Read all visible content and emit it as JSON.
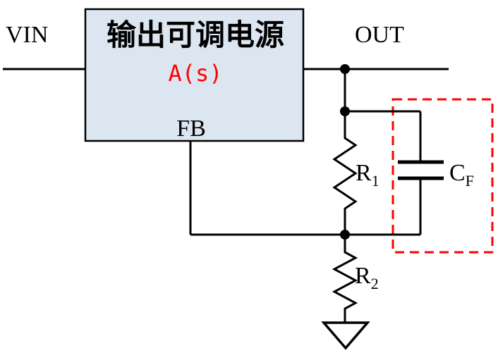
{
  "labels": {
    "vin": "VIN",
    "out": "OUT",
    "fb": "FB",
    "block_title": "输出可调电源",
    "transfer_function": "A(s)",
    "r1": {
      "main": "R",
      "sub": "1"
    },
    "r2": {
      "main": "R",
      "sub": "2"
    },
    "cf": {
      "main": "C",
      "sub": "F"
    }
  },
  "colors": {
    "block_fill": "#dce6f1",
    "block_border": "#000000",
    "accent_red": "#ff0000",
    "wire": "#000000",
    "background": "#ffffff"
  }
}
